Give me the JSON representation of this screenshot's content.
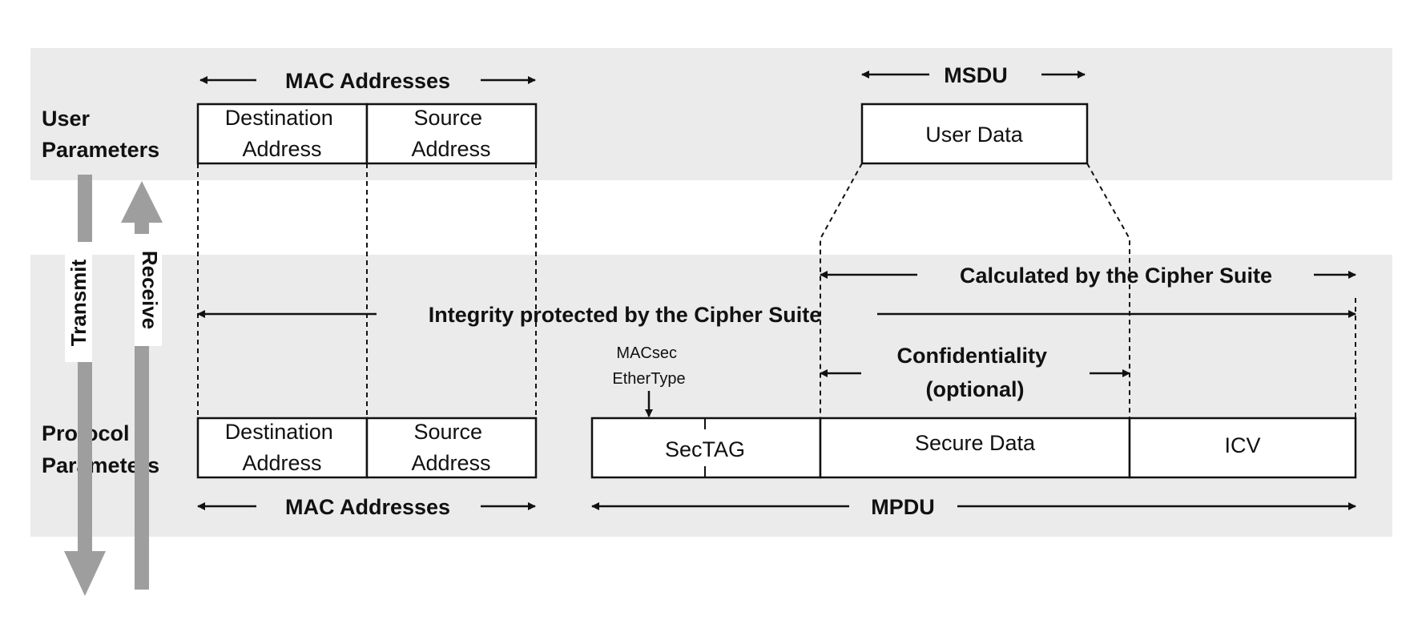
{
  "labels": {
    "user_parameters": [
      "User",
      "Parameters"
    ],
    "protocol_parameters": [
      "Protocol",
      "Parameters"
    ],
    "transmit": "Transmit",
    "receive": "Receive",
    "mac_addresses_top": "MAC Addresses",
    "mac_addresses_bottom": "MAC Addresses",
    "msdu": "MSDU",
    "mpdu": "MPDU",
    "integrity": "Integrity protected by the Cipher Suite",
    "calculated": "Calculated by the Cipher Suite",
    "confidentiality": [
      "Confidentiality",
      "(optional)"
    ],
    "macsec_ethertype": [
      "MACsec",
      "EtherType"
    ]
  },
  "boxes": {
    "dest_top": [
      "Destination",
      "Address"
    ],
    "src_top": [
      "Source",
      "Address"
    ],
    "user_data": "User Data",
    "dest_bottom": [
      "Destination",
      "Address"
    ],
    "src_bottom": [
      "Source",
      "Address"
    ],
    "sectag": "SecTAG",
    "secure_data": "Secure Data",
    "icv": "ICV"
  },
  "colors": {
    "band": "#ebebeb",
    "line": "#111111",
    "big_arrow": "#9e9e9e"
  }
}
